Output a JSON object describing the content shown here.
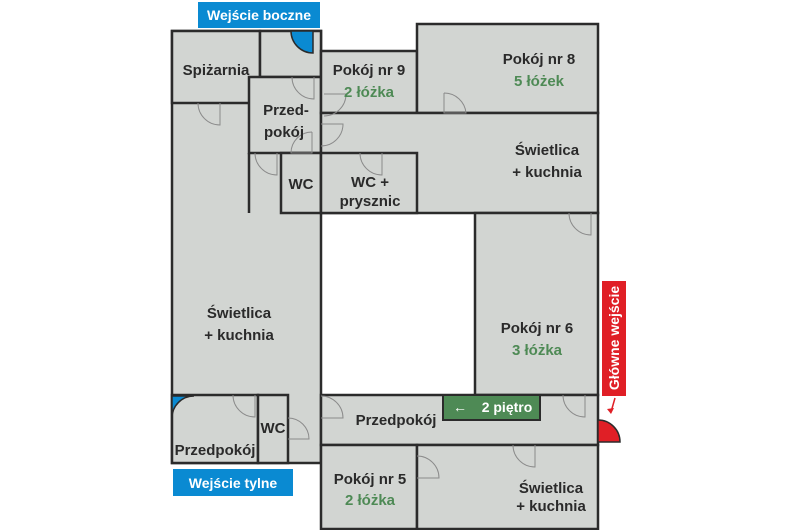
{
  "entrances": {
    "side": "Wejście boczne",
    "back": "Wejście tylne",
    "main": "Główne wejście"
  },
  "stairs": {
    "label": "2 piętro",
    "arrow": "←"
  },
  "rooms": {
    "pantry": "Spiżarnia",
    "hall_top_1": "Przed-",
    "hall_top_2": "pokój",
    "wc_top": "WC",
    "wc_shower_1": "WC +",
    "wc_shower_2": "prysznic",
    "room9": {
      "name": "Pokój nr 9",
      "beds": "2 łóżka"
    },
    "room8": {
      "name": "Pokój nr 8",
      "beds": "5 łóżek"
    },
    "common_top_1": "Świetlica",
    "common_top_2": "+ kuchnia",
    "common_left_1": "Świetlica",
    "common_left_2": "+ kuchnia",
    "room6": {
      "name": "Pokój nr 6",
      "beds": "3 łóżka"
    },
    "hall_bottom_left": "Przedpokój",
    "wc_bottom": "WC",
    "hall_bottom": "Przedpokój",
    "room5": {
      "name": "Pokój nr 5",
      "beds": "2 łóżka"
    },
    "common_bottom_1": "Świetlica",
    "common_bottom_2": "+ kuchnia"
  },
  "colors": {
    "blue": "#0a8ad2",
    "red": "#e01f26",
    "green": "#4e8a55",
    "room": "#d2d5d2"
  }
}
